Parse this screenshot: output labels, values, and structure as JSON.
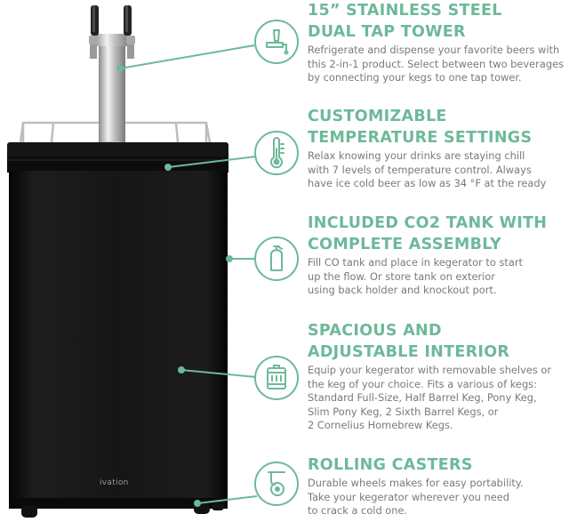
{
  "brand": {
    "logo_text": "ivation"
  },
  "colors": {
    "accent": "#6db99a",
    "body_text": "#7a7a7a",
    "fridge": "#101010",
    "steel": "#c9c9c9"
  },
  "features": [
    {
      "icon": "tap-handle-icon",
      "title_lines": [
        "15” STAINLESS STEEL",
        "DUAL TAP TOWER"
      ],
      "desc_lines": [
        "Refrigerate and dispense your favorite beers with",
        "this 2-in-1 product. Select between two beverages",
        "by connecting your kegs to one tap tower."
      ]
    },
    {
      "icon": "thermometer-icon",
      "title_lines": [
        "CUSTOMIZABLE",
        "TEMPERATURE SETTINGS"
      ],
      "desc_lines": [
        "Relax knowing your drinks are staying chill",
        "with 7 levels of temperature control. Always",
        "have ice cold beer as low as 34 °F at the ready"
      ]
    },
    {
      "icon": "co2-tank-icon",
      "title_lines": [
        "INCLUDED CO2 TANK WITH",
        "COMPLETE ASSEMBLY"
      ],
      "desc_lines": [
        "Fill CO tank and place in kegerator to start",
        "up the flow. Or store tank on exterior",
        "using back holder and knockout port."
      ]
    },
    {
      "icon": "keg-icon",
      "title_lines": [
        "SPACIOUS AND",
        "ADJUSTABLE INTERIOR"
      ],
      "desc_lines": [
        "Equip your kegerator with removable shelves or",
        "the keg of your choice. Fits a various of kegs:",
        "Standard Full-Size, Half Barrel Keg, Pony Keg,",
        "Slim Pony Keg, 2 Sixth Barrel Kegs, or",
        "2 Cornelius Homebrew Kegs."
      ]
    },
    {
      "icon": "caster-wheel-icon",
      "title_lines": [
        "ROLLING CASTERS"
      ],
      "desc_lines": [
        "Durable wheels makes for easy portability.",
        "Take your kegerator wherever you need",
        "to crack a cold one."
      ]
    }
  ]
}
